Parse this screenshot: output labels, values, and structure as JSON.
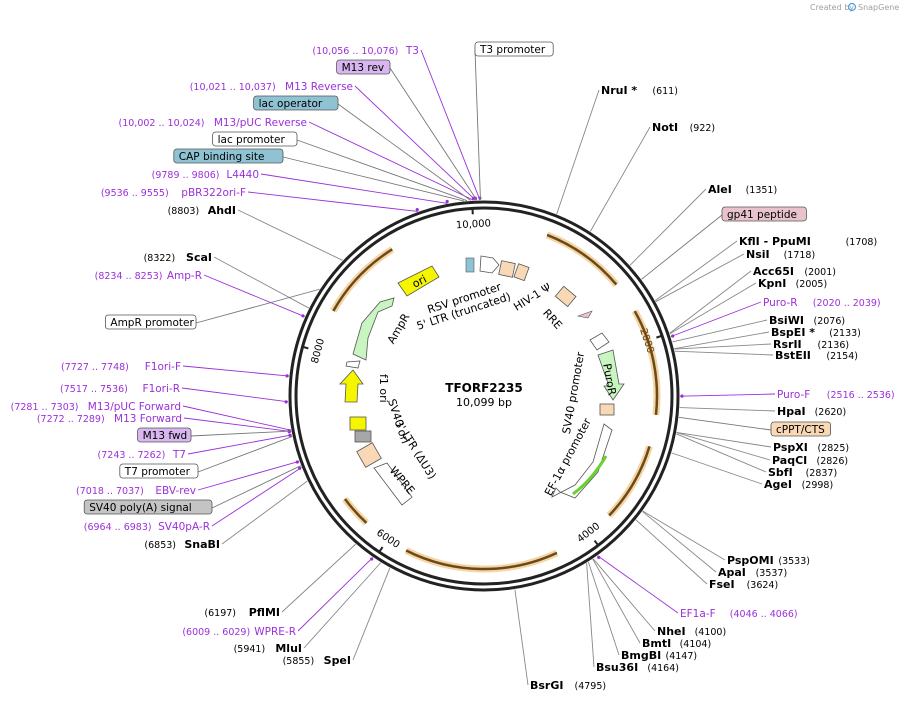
{
  "credit": {
    "prefix": "Created by",
    "brand": "SnapGene"
  },
  "plasmid": {
    "name": "TFORF2235",
    "length": "10,099 bp",
    "length_bp": 10099
  },
  "ticks": [
    {
      "label": "2000",
      "pos": 2000
    },
    {
      "label": "4000",
      "pos": 4000
    },
    {
      "label": "6000",
      "pos": 6000
    },
    {
      "label": "8000",
      "pos": 8000
    },
    {
      "label": "10,000",
      "pos": 10000
    }
  ],
  "enzymes_right": [
    {
      "name": "NruI *",
      "pos": "(611)",
      "site": 611
    },
    {
      "name": "NotI",
      "pos": "(922)",
      "site": 922
    },
    {
      "name": "AleI",
      "pos": "(1351)",
      "site": 1351
    },
    {
      "name": "KflI   - PpuMI",
      "pos": "(1708)",
      "site": 1708
    },
    {
      "name": "NsiI",
      "pos": "(1718)",
      "site": 1718
    },
    {
      "name": "Acc65I",
      "pos": "(2001)",
      "site": 2001
    },
    {
      "name": "KpnI",
      "pos": "(2005)",
      "site": 2005
    },
    {
      "name": "BsiWI",
      "pos": "(2076)",
      "site": 2076
    },
    {
      "name": "BspEI *",
      "pos": "(2133)",
      "site": 2133
    },
    {
      "name": "RsrII",
      "pos": "(2136)",
      "site": 2136
    },
    {
      "name": "BstEII",
      "pos": "(2154)",
      "site": 2154
    },
    {
      "name": "HpaI",
      "pos": "(2620)",
      "site": 2620
    },
    {
      "name": "PspXI",
      "pos": "(2825)",
      "site": 2825
    },
    {
      "name": "PaqCI",
      "pos": "(2826)",
      "site": 2826
    },
    {
      "name": "SbfI",
      "pos": "(2837)",
      "site": 2837
    },
    {
      "name": "AgeI",
      "pos": "(2998)",
      "site": 2998
    },
    {
      "name": "PspOMI",
      "pos": "(3533)",
      "site": 3533
    },
    {
      "name": "ApaI",
      "pos": "(3537)",
      "site": 3537
    },
    {
      "name": "FseI",
      "pos": "(3624)",
      "site": 3624
    },
    {
      "name": "NheI",
      "pos": "(4100)",
      "site": 4100
    },
    {
      "name": "BmtI",
      "pos": "(4104)",
      "site": 4104
    },
    {
      "name": "BmgBI",
      "pos": "(4147)",
      "site": 4147
    },
    {
      "name": "Bsu36I",
      "pos": "(4164)",
      "site": 4164
    },
    {
      "name": "BsrGI",
      "pos": "(4795)",
      "site": 4795
    }
  ],
  "enzymes_left": [
    {
      "name": "AhdI",
      "pos": "(8803)",
      "site": 8803
    },
    {
      "name": "ScaI",
      "pos": "(8322)",
      "site": 8322
    },
    {
      "name": "SnaBI",
      "pos": "(6853)",
      "site": 6853
    },
    {
      "name": "PflMI",
      "pos": "(6197)",
      "site": 6197
    },
    {
      "name": "MluI",
      "pos": "(5941)",
      "site": 5941
    },
    {
      "name": "SpeI",
      "pos": "(5855)",
      "site": 5855
    }
  ],
  "primers": [
    {
      "name": "T3",
      "pos": "(10,056 .. 10,076)",
      "site": 10066
    },
    {
      "name": "M13 Reverse",
      "pos": "(10,021 .. 10,037)",
      "site": 10029
    },
    {
      "name": "M13/pUC Reverse",
      "pos": "(10,002 .. 10,024)",
      "site": 10013
    },
    {
      "name": "L4440",
      "pos": "(9789 .. 9806)",
      "site": 9798
    },
    {
      "name": "pBR322ori-F",
      "pos": "(9536 .. 9555)",
      "site": 9546
    },
    {
      "name": "Amp-R",
      "pos": "(8234 .. 8253)",
      "site": 8244
    },
    {
      "name": "F1ori-F",
      "pos": "(7727 .. 7748)",
      "site": 7738
    },
    {
      "name": "F1ori-R",
      "pos": "(7517 .. 7536)",
      "site": 7527
    },
    {
      "name": "M13/pUC Forward",
      "pos": "(7281 .. 7303)",
      "site": 7292
    },
    {
      "name": "M13 Forward",
      "pos": "(7272 .. 7289)",
      "site": 7281
    },
    {
      "name": "T7",
      "pos": "(7243 .. 7262)",
      "site": 7253
    },
    {
      "name": "EBV-rev",
      "pos": "(7018 .. 7037)",
      "site": 7028
    },
    {
      "name": "SV40pA-R",
      "pos": "(6964 .. 6983)",
      "site": 6974
    },
    {
      "name": "WPRE-R",
      "pos": "(6009 .. 6029)",
      "site": 6019
    },
    {
      "name": "Puro-R",
      "pos": "(2020 .. 2039)",
      "site": 2030
    },
    {
      "name": "Puro-F",
      "pos": "(2516 .. 2536)",
      "site": 2526
    },
    {
      "name": "EF1a-F",
      "pos": "(4046 .. 4066)",
      "site": 4056
    }
  ],
  "boxed_features": [
    {
      "name": "T3 promoter",
      "fill": "#ffffff",
      "site": 10070
    },
    {
      "name": "M13 rev",
      "fill": "#d8b6f0",
      "site": 10040
    },
    {
      "name": "lac operator",
      "fill": "#8fc3d3",
      "site": 9990
    },
    {
      "name": "lac promoter",
      "fill": "#ffffff",
      "site": 9960
    },
    {
      "name": "CAP binding site",
      "fill": "#8fc3d3",
      "site": 9935
    },
    {
      "name": "gp41 peptide",
      "fill": "#e8c3cc",
      "site": 1500
    },
    {
      "name": "cPPT/CTS",
      "fill": "#f9d8b6",
      "site": 2700
    },
    {
      "name": "AmpR promoter",
      "fill": "#ffffff",
      "site": 8500
    },
    {
      "name": "M13 fwd",
      "fill": "#d8b6f0",
      "site": 7285
    },
    {
      "name": "T7 promoter",
      "fill": "#ffffff",
      "site": 7240
    },
    {
      "name": "SV40 poly(A) signal",
      "fill": "#c4c4c4",
      "site": 6990
    }
  ],
  "inner_features": [
    {
      "name": "ori",
      "color": "#f5f500"
    },
    {
      "name": "RSV promoter",
      "color": "#ffffff"
    },
    {
      "name": "5' LTR (truncated)",
      "color": "#f9d8b6"
    },
    {
      "name": "HIV-1 Ψ",
      "color": "#f9d8b6"
    },
    {
      "name": "RRE",
      "color": "#f9d8b6"
    },
    {
      "name": "PuroR",
      "color": "#c8f5c0"
    },
    {
      "name": "SV40 promoter",
      "color": "#ffffff"
    },
    {
      "name": "EF-1α promoter",
      "color": "#ffffff"
    },
    {
      "name": "AmpR",
      "color": "#c8f5c0"
    },
    {
      "name": "f1 ori",
      "color": "#f5f500"
    },
    {
      "name": "SV40 ori",
      "color": "#f5f500"
    },
    {
      "name": "3' LTR (ΔU3)",
      "color": "#f9d8b6"
    },
    {
      "name": "WPRE",
      "color": "#ffffff"
    }
  ],
  "colors": {
    "backbone": "#222222",
    "enzyme_line": "#888888",
    "primer": "#9b30d9",
    "orf": "#e8a23c",
    "orf_dark": "#6b4a16"
  }
}
